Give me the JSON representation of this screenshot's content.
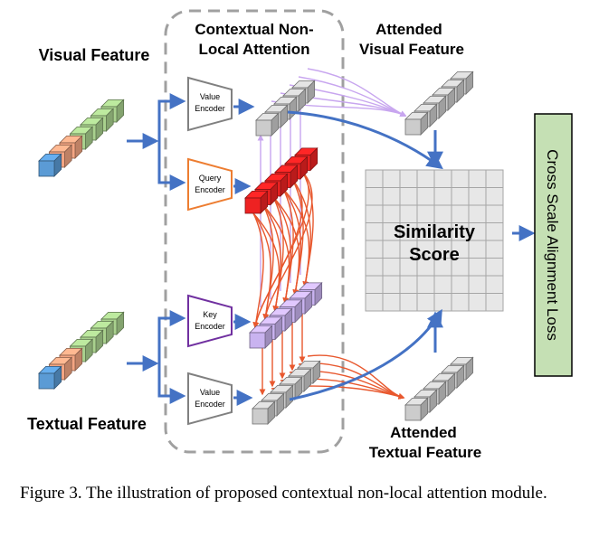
{
  "labels": {
    "visual_feature": "Visual Feature",
    "textual_feature": "Textual Feature",
    "module_title_line1": "Contextual  Non-",
    "module_title_line2": "Local  Attention",
    "attended_visual_line1": "Attended",
    "attended_visual_line2": "Visual Feature",
    "attended_textual_line1": "Attended",
    "attended_textual_line2": "Textual Feature",
    "similarity_line1": "Similarity",
    "similarity_line2": "Score",
    "loss": "Cross Scale Alignment Loss"
  },
  "encoders": {
    "visual_value": [
      "Value",
      "Encoder"
    ],
    "query": [
      "Query",
      "Encoder"
    ],
    "key": [
      "Key",
      "Encoder"
    ],
    "textual_value": [
      "Value",
      "Encoder"
    ]
  },
  "caption": "Figure 3. The illustration of proposed contextual non-local attention module.",
  "colors": {
    "arrow_blue": "#4472c4",
    "value_encoder": "#808080",
    "query_encoder": "#ed7d31",
    "key_encoder": "#7030a0",
    "query_cube": "#ee2222",
    "key_cube": "#c9b3f0",
    "value_cube": "#cccccc",
    "loss_box": "#c5e0b4",
    "red_lines": "#e8582e",
    "violet_lines": "#c8a6ef"
  }
}
